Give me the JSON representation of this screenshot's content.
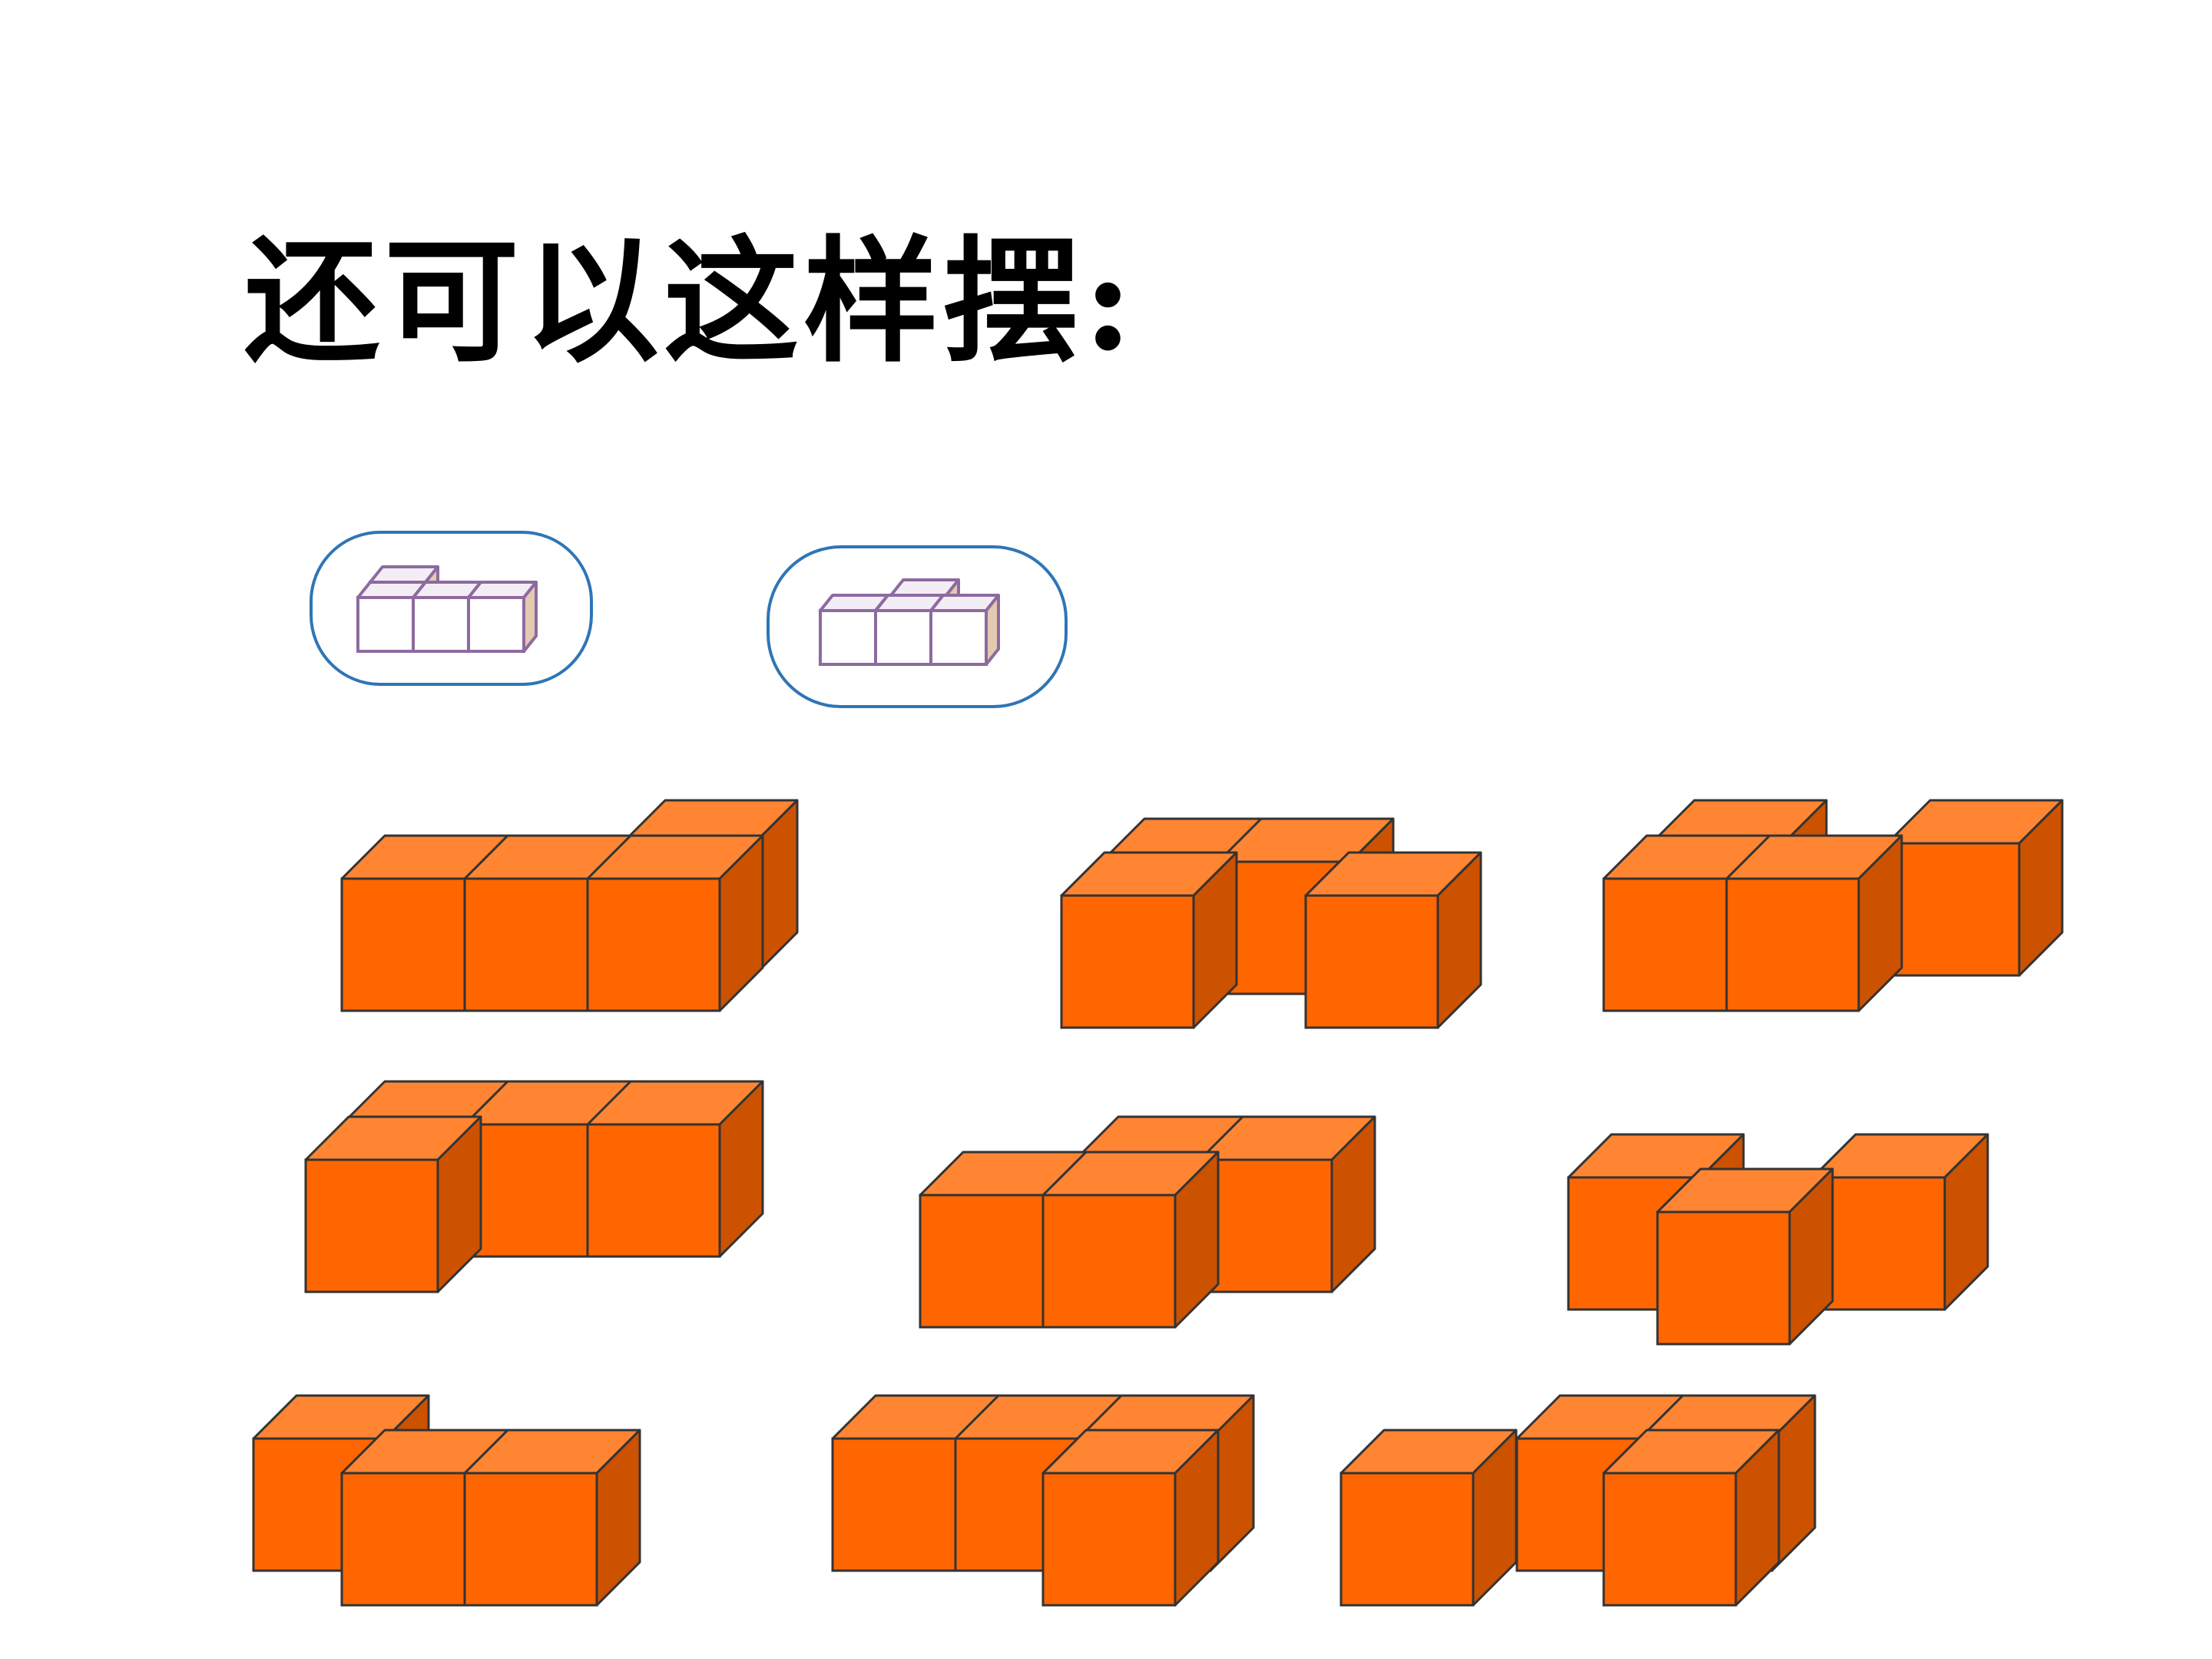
{
  "slide": {
    "title": "还可以这样摆:"
  },
  "colors": {
    "background": "#ffffff",
    "cube_front": "#ff6600",
    "cube_top": "#ff8533",
    "cube_side": "#cc5200",
    "cube_edge": "#333333",
    "icon_frame": "#2e75b6",
    "icon_edge": "#8e6aa0",
    "icon_top": "#f3eef6",
    "icon_side": "#e2c9b0"
  },
  "icon_names": [
    "view-card-1",
    "view-card-2",
    "orange-cube-arrangement"
  ]
}
